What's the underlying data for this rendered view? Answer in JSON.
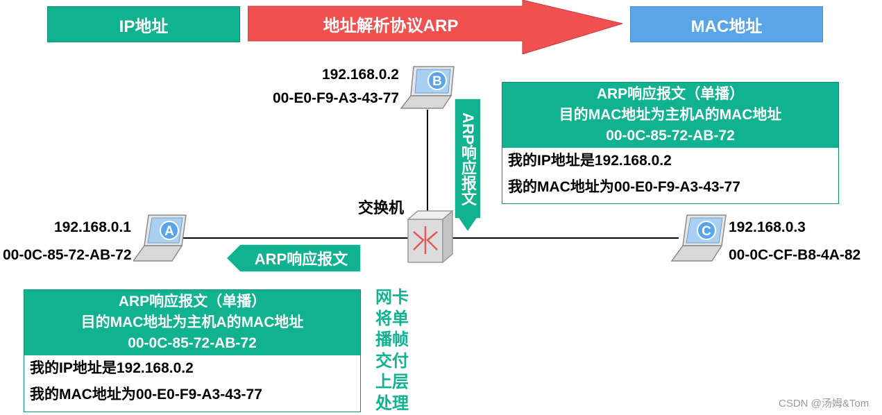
{
  "header": {
    "ip_label": "IP地址",
    "arp_label": "地址解析协议ARP",
    "mac_label": "MAC地址",
    "colors": {
      "green": "#10b28f",
      "red": "#f05050",
      "blue": "#5aa5e8"
    }
  },
  "hosts": {
    "a": {
      "letter": "A",
      "ip": "192.168.0.1",
      "mac": "00-0C-85-72-AB-72"
    },
    "b": {
      "letter": "B",
      "ip": "192.168.0.2",
      "mac": "00-E0-F9-A3-43-77"
    },
    "c": {
      "letter": "C",
      "ip": "192.168.0.3",
      "mac": "00-0C-CF-B8-4A-82"
    }
  },
  "switch": {
    "label": "交换机",
    "icon": "network-switch-icon"
  },
  "arrows": {
    "vertical": "ARP响应报文",
    "leftward": "ARP响应报文"
  },
  "packet_right": {
    "title": "ARP响应报文（单播）",
    "dest": "目的MAC地址为主机A的MAC地址",
    "dest_mac": "00-0C-85-72-AB-72",
    "line1": "我的IP地址是192.168.0.2",
    "line2": "我的MAC地址为00-E0-F9-A3-43-77"
  },
  "packet_left": {
    "title": "ARP响应报文（单播）",
    "dest": "目的MAC地址为主机A的MAC地址",
    "dest_mac": "00-0C-85-72-AB-72",
    "line1": "我的IP地址是192.168.0.2",
    "line2": "我的MAC地址为00-E0-F9-A3-43-77"
  },
  "nic_note": "网卡\n将单\n播帧\n交付\n上层\n处理",
  "watermark": "CSDN @汤姆&Tom"
}
